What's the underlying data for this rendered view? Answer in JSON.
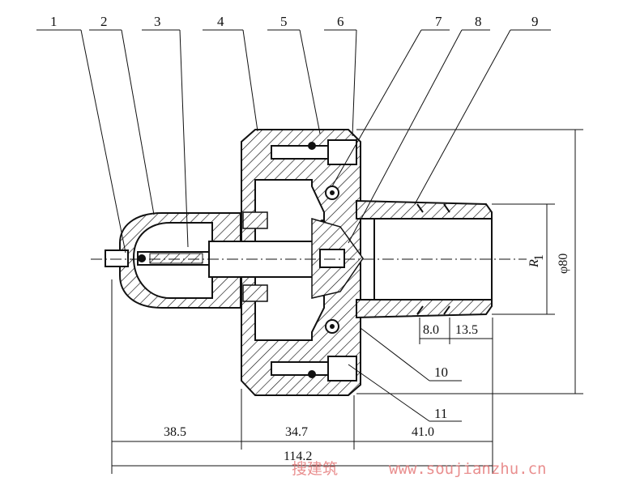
{
  "callouts": {
    "c1": "1",
    "c2": "2",
    "c3": "3",
    "c4": "4",
    "c5": "5",
    "c6": "6",
    "c7": "7",
    "c8": "8",
    "c9": "9",
    "c10": "10",
    "c11": "11"
  },
  "dimensions": {
    "d_385": "38.5",
    "d_347": "34.7",
    "d_410": "41.0",
    "d_1142": "114.2",
    "d_80": "8.0",
    "d_135": "13.5",
    "phi": "φ80",
    "radius": "R"
  },
  "watermark": {
    "cn": "搜建筑",
    "url": "www.soujianzhu.cn"
  },
  "colors": {
    "line": "#111111",
    "watermark": "#e26a6a"
  }
}
